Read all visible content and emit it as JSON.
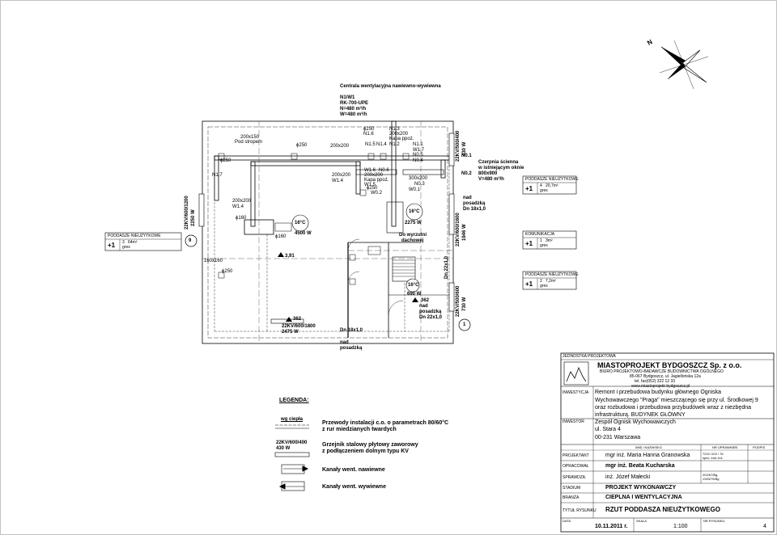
{
  "plan": {
    "unit_header": "Centrala wentylacyjna nawiewno-wywiewna",
    "unit_id": "N1/W1",
    "unit_model": "RK-700-UPE",
    "unit_n": "N=480 m³/h",
    "unit_w": "W=480 m³/h",
    "duct_200x150": "200x150",
    "pod_stropem": "Pod stropem",
    "phi250_a": "ϕ250",
    "phi250_b": "ϕ250",
    "phi250_c": "ϕ250",
    "phi250_d": "ϕ250",
    "phi250_e": "ϕ250",
    "phi250_f": "ϕ250",
    "n1_7": "N1.7",
    "n1_6": "N1.6",
    "n1_5": "N1.5",
    "n1_4": "N1.4",
    "n1_3": "N1.3",
    "n1_2": "N1.2",
    "n1_1": "N1.1",
    "w1_7": "W1.7",
    "n0_5": "N0.5",
    "n0_4": "N0.4",
    "n0_3": "N0.3",
    "n0_2": "N0.2",
    "n0_1": "N0.1",
    "w1_6": "W1.6",
    "n0_6": "N0.6",
    "w1_5": "W1.5",
    "w1_4a": "W1.4",
    "w1_4b": "W1.4",
    "w0_2": "W0.2",
    "w0_1": "W0.1",
    "d200x200_a": "200x200",
    "d200x200_b": "200x200",
    "d200x200_c": "200x200",
    "d200x200_d": "200x200",
    "d200x200_e": "200x200",
    "d300x200": "300x200",
    "kapa_a": "Kapa ppoż.",
    "kapa_b": "Kapa ppoż.",
    "phi160_a": "ϕ160",
    "phi160_b": "ϕ160",
    "temp_a": "16°C",
    "temp_b": "16°C",
    "temp_c": "16°C",
    "power_4500": "4500 W",
    "power_2275": "2275 W",
    "power_690": "690 W",
    "do_wyrzutni": "Do wyrzutni",
    "dachowej": "dachowej",
    "elev_391": "3,91",
    "elev_362a": "362",
    "elev_362b": "362",
    "rad_1800": "22KV/600/1800",
    "rad_2475": "2475 W",
    "dn18_a": "Dn 18x1,0",
    "dn18_b": "Dn 18x1,0",
    "dn22": "Dn 22x1,0",
    "nad_a": "nad",
    "posadzka_a": "posadzką",
    "nad_b": "nad",
    "posadzka_b": "posadzką",
    "nad_c": "nad",
    "posadzka_c": "posadzką",
    "n0_2r": "N0.2",
    "czerpnia1": "Czerpnia ścienna",
    "czerpnia2": "w istniejącym oknie",
    "czerpnia3": "800x900",
    "czerpnia4": "V=480 m³/h",
    "rad_1200v": "22KV/600/1200",
    "rad_2250v": "2250 W",
    "rad_400v": "22KV/500/400",
    "rad_430v": "430 W",
    "rad_1600v": "22KV/600/1600",
    "rad_1946v": "1946 W",
    "rad_600v": "22KV/500/600",
    "rad_730v": "730 W",
    "dn_v": "Dn 22x1,0",
    "duct_160x160": "160x160",
    "circle_9": "9",
    "circle_1": "1"
  },
  "rooms": [
    {
      "title": "PODDASZE NIEUŻYTKOWE",
      "plus": "+1",
      "num": "3",
      "area": "64m²",
      "finish": "gres"
    },
    {
      "title": "PODDASZE NIEUŻYTKOWE",
      "plus": "+1",
      "num": "4",
      "area": "20,7m²",
      "finish": "gres"
    },
    {
      "title": "KOMUNIKACJA",
      "plus": "+1",
      "num": "1",
      "area": "3m²",
      "finish": "gres"
    },
    {
      "title": "PODDASZE NIEUŻYTKOWE",
      "plus": "+1",
      "num": "2",
      "area": "7,2m²",
      "finish": "gres"
    }
  ],
  "legend": {
    "title": "LEGENDA:",
    "wg_ciepla": "wg ciepła",
    "pipes1": "Przewody instalacji c.o. o parametrach 80/60°C",
    "pipes2": "z rur miedzianych twardych",
    "rad_sample1": "22KV/600/400",
    "rad_sample2": "430 W",
    "rad_desc1": "Grzejnik stalowy płytowy zaworowy",
    "rad_desc2": "z podłączeniem dolnym typu KV",
    "supply": "Kanały went. nawiewne",
    "exhaust": "Kanały went. wywiewne"
  },
  "title_block": {
    "jednostka": "JEDNOSTKA PROJEKTOWA",
    "firm": "MIASTOPROJEKT BYDGOSZCZ Sp. z o.o.",
    "firm_sub": "BIURO PROJEKTOWO-BADAWCZE BUDOWNICTWA OGÓLNEGO",
    "addr": "85-067 Bydgoszcz, ul. Jagiellońska 12a",
    "tel": "tel. fax(052) 322 12 33",
    "www": "www.miastoprojekt-bydgoszcz.pl",
    "inwestycja_lbl": "INWESTYCJA",
    "inwestycja1": "Remont i przebudowa  budynku głównego Ogniska",
    "inwestycja2": "Wychowawczego \"Praga\" mieszczącego się przy ul. Środkowej 9",
    "inwestycja3": "oraz  rozbudowa i przebudowa przybudówek wraz z niezbędna",
    "inwestycja4": "infrastrukturą. BUDYNEK GŁÓWNY",
    "inwestor_lbl": "INWESTOR",
    "inwestor1": "Zespół Ognisk Wychowawczych",
    "inwestor2": "ul. Stara 4",
    "inwestor3": "00-231 Warszawa",
    "col_name": "IMIĘ I NAZWISKO",
    "col_perm": "NR UPRAWNIEŃ",
    "col_sign": "PODPIS",
    "projektant_lbl": "PROJEKTANT",
    "projektant": "mgr inż. Maria Hanna Granowska",
    "projektant_nr1": "7210 /102 / 76",
    "projektant_nr2": "spec. inst.-inż.",
    "opracowal_lbl": "OPRACOWAŁ",
    "opracowal": "mgr inż. Beata Kucharska",
    "sprawdzil_lbl": "SPRAWDZIŁ",
    "sprawdzil": "inż. Józef Małecki",
    "sprawdzil_nr1": "202/67/Bg,",
    "sprawdzil_nr2": "1393/75/Bg",
    "stadium_lbl": "STADIUM",
    "stadium": "PROJEKT WYKONAWCZY",
    "branza_lbl": "BRANŻA",
    "branza": "CIEPLNA I WENTYLACYJNA",
    "tytul_lbl": "TYTUŁ RYSUNKU",
    "tytul": "RZUT PODDASZA NIEUŻYTKOWEGO",
    "data_lbl": "DATA",
    "data": "10.11.2011 r.",
    "skala_lbl": "SKALA",
    "skala": "1:100",
    "nr_lbl": "NR RYSUNKU",
    "nr": "4"
  },
  "north": "N"
}
